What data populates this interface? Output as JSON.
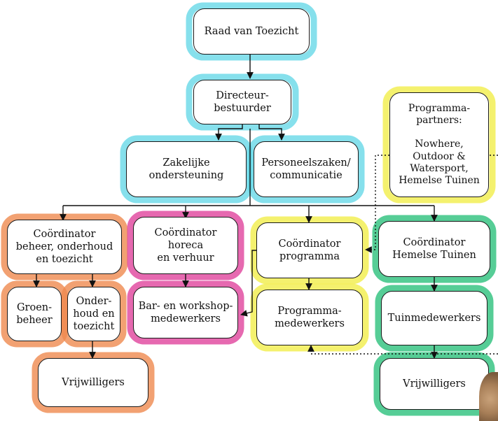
{
  "colors": {
    "raad": "#5ed6e6",
    "directeur": "#5ed6e6",
    "zakelijk": "#5ed6e6",
    "personeel": "#5ed6e6",
    "beheer": "#ef8a4f",
    "horeca": "#e0449c",
    "programma": "#f2ee55",
    "tuinen": "#2cc17c",
    "partners": "#f2ee55"
  },
  "nodes": {
    "raad": "Raad van Toezicht",
    "directeur": "Directeur-\nbestuurder",
    "zakelijk": "Zakelijke\nondersteuning",
    "personeel": "Personeelszaken/\ncommunicatie",
    "partners": "Programma-\npartners:\n\nNowhere,\nOutdoor &\nWatersport,\nHemelse Tuinen",
    "coord_beheer": "Coördinator\nbeheer, onderhoud\nen toezicht",
    "coord_horeca": "Coördinator horeca\nen verhuur",
    "coord_programma": "Coördinator\nprogramma",
    "coord_tuinen": "Coördinator\nHemelse Tuinen",
    "groen": "Groen-\nbeheer",
    "onderhoud": "Onder-\nhoud en\ntoezicht",
    "bar": "Bar- en workshop-\nmedewerkers",
    "prog_mw": "Programma-\nmedewerkers",
    "tuin_mw": "Tuinmedewerkers",
    "vrijw_left": "Vrijwilligers",
    "vrijw_right": "Vrijwilligers"
  }
}
